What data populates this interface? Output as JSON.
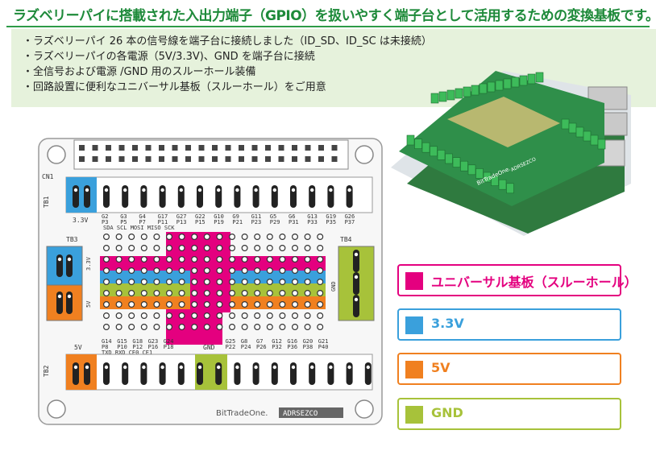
{
  "header": {
    "title": "ラズベリーパイに搭載された入出力端子（GPIO）を扱いやすく端子台として活用するための変換基板です。"
  },
  "bullets": [
    "ラズベリーパイ 26 本の信号線を端子台に接続しました（ID_SD、ID_SC は未接続）",
    "ラズベリーパイの各電源（5V/3.3V)、GND を端子台に接続",
    "全信号および電源 /GND 用のスルーホール装備",
    "回路設置に便利なユニバーサル基板（スルーホール）をご用意"
  ],
  "board": {
    "cn1": "CN1",
    "tb1": "TB1",
    "tb2": "TB2",
    "tb3": "TB3",
    "tb4": "TB4",
    "v33_label": "3.3V",
    "v33_side": "3.3V",
    "v5_label": "5V",
    "v5_side": "5V",
    "gnd_label": "GND",
    "gnd_side": "GND",
    "brand": "BitTradeOne.",
    "model": "ADRSEZCO",
    "top_row_gpio": [
      "G2",
      "G3",
      "G4",
      "G17",
      "G27",
      "G22",
      "G10",
      "G9",
      "G11",
      "G5",
      "G6",
      "G13",
      "G19",
      "G26"
    ],
    "top_row_pin": [
      "P3",
      "P5",
      "P7",
      "P11",
      "P13",
      "P15",
      "P19",
      "P21",
      "P23",
      "P29",
      "P31",
      "P33",
      "P35",
      "P37"
    ],
    "top_row_fn": "SDA SCL        MOSI MISO SCK",
    "bottom_row_gpio": [
      "G14",
      "G15",
      "G18",
      "G23",
      "G24",
      "",
      "",
      "",
      "G25",
      "G8",
      "G7",
      "G12",
      "G16",
      "G20",
      "G21"
    ],
    "bottom_row_pin": [
      "P8",
      "P10",
      "P12",
      "P16",
      "P18",
      "",
      "GND",
      "",
      "P22",
      "P24",
      "P26",
      "P32",
      "P36",
      "P38",
      "P40"
    ],
    "bottom_row_fn": "TXD RXD                  CE0 CE1"
  },
  "legend": [
    {
      "label": "ユニバーサル基板（スルーホール）",
      "color": "#e4007f",
      "text_color": "#e4007f"
    },
    {
      "label": "3.3V",
      "color": "#3aa0dc",
      "text_color": "#3aa0dc"
    },
    {
      "label": "5V",
      "color": "#f08020",
      "text_color": "#f08020"
    },
    {
      "label": "GND",
      "color": "#a7c23a",
      "text_color": "#a7c23a"
    }
  ],
  "photo": {
    "silk": "BitTradeOne.",
    "silk2": "ADRSEZCO"
  },
  "colors": {
    "magenta": "#e4007f",
    "blue": "#3aa0dc",
    "orange": "#f08020",
    "green": "#a7c23a",
    "header_green": "#1e8a3a"
  }
}
